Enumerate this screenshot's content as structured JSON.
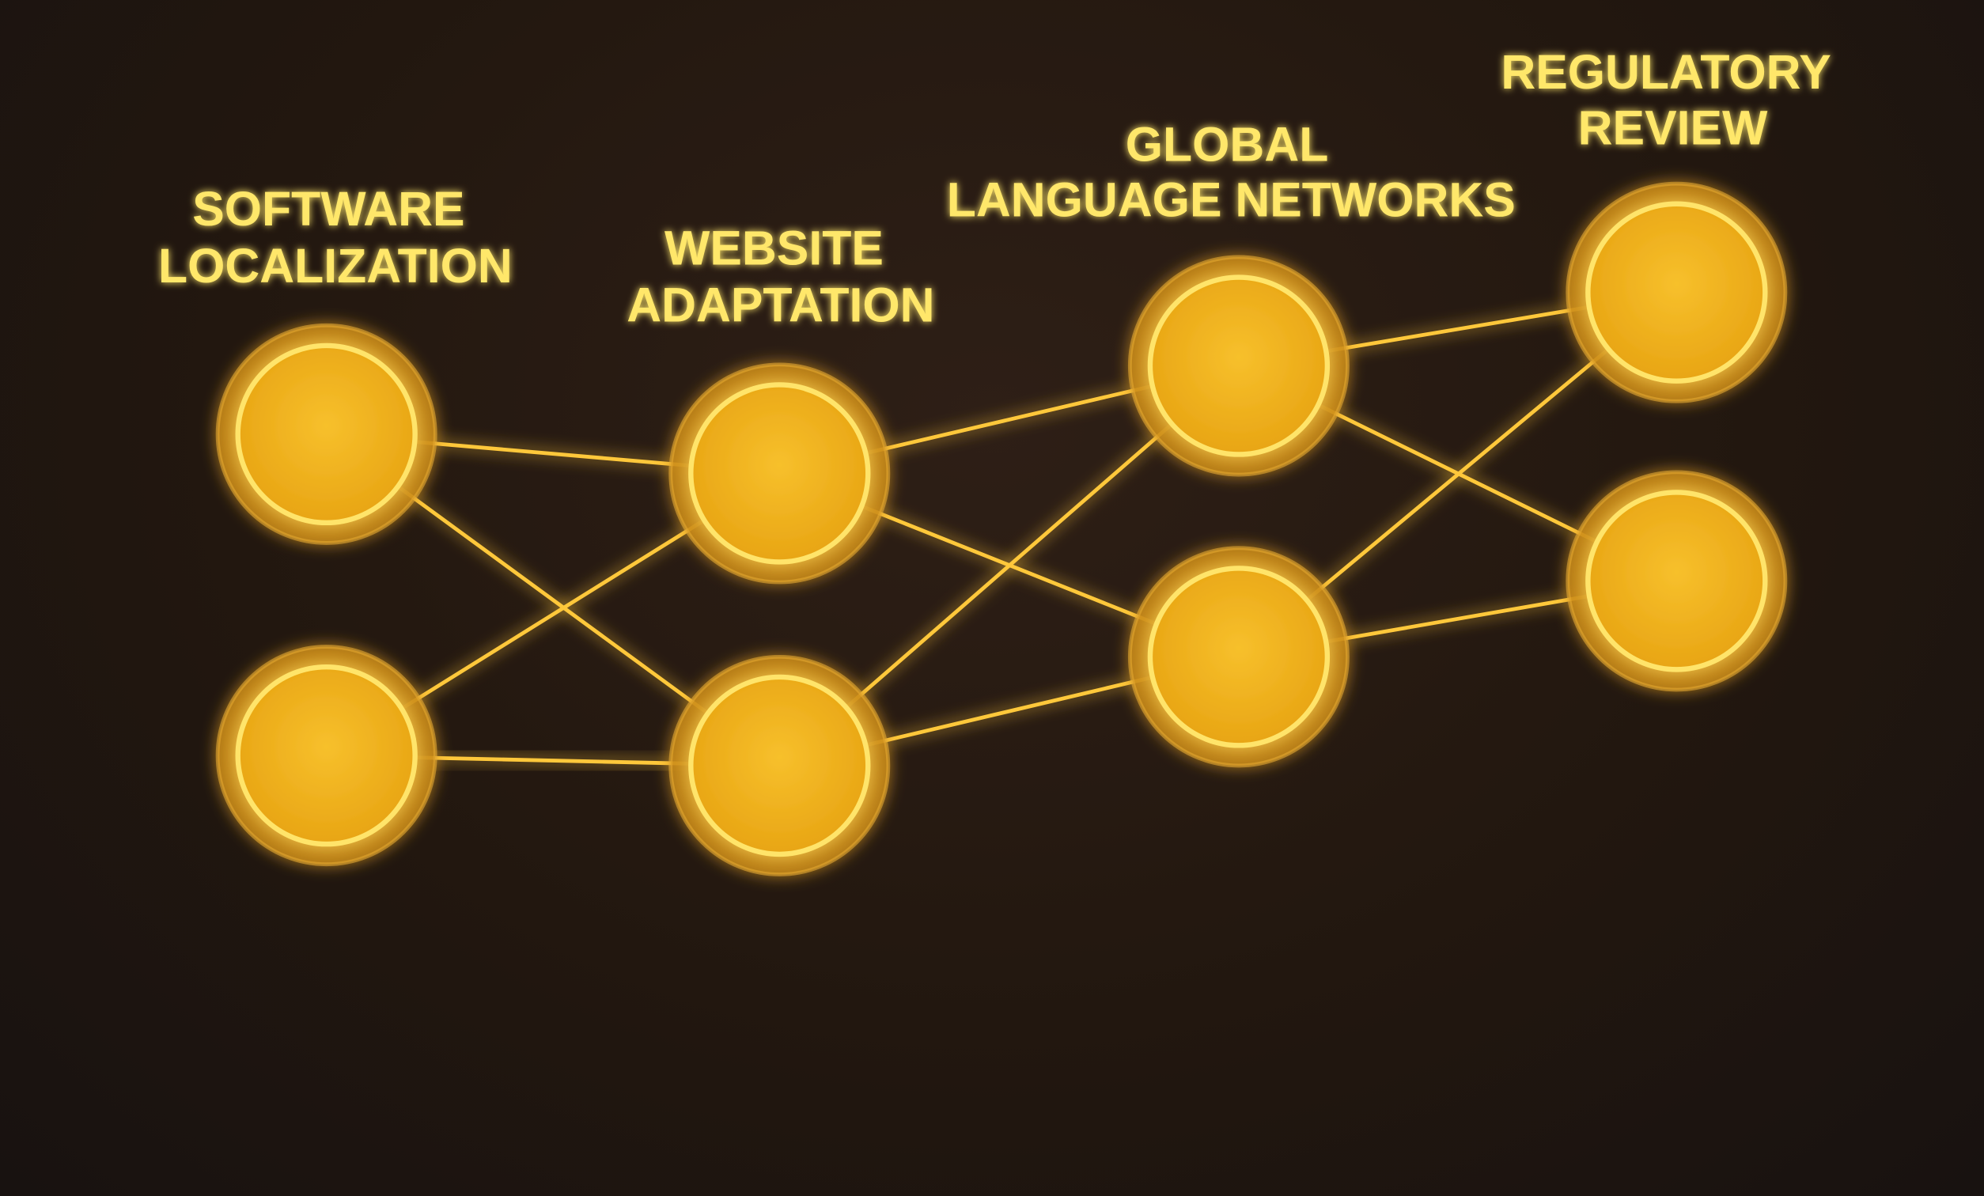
{
  "diagram": {
    "title_labels": [
      {
        "id": "software-localization",
        "lines": [
          "SOFTWARE",
          "LOCALIZATION"
        ]
      },
      {
        "id": "website-adaptation",
        "lines": [
          "WEBSITE",
          "ADAPTATION"
        ]
      },
      {
        "id": "global-language-networks",
        "lines": [
          "GLOBAL",
          "LANGUAGE NETWORKS"
        ]
      },
      {
        "id": "regulatory-review",
        "lines": [
          "REGULATORY",
          "REVIEW"
        ]
      }
    ],
    "nodes": [
      "n1",
      "n2",
      "n3",
      "n4",
      "n5",
      "n6",
      "n7",
      "n8"
    ],
    "edges": [
      [
        "n1",
        "n2"
      ],
      [
        "n1",
        "n5"
      ],
      [
        "n1",
        "n6"
      ],
      [
        "n5",
        "n2"
      ],
      [
        "n5",
        "n6"
      ],
      [
        "n2",
        "n6"
      ],
      [
        "n2",
        "n3"
      ],
      [
        "n2",
        "n7"
      ],
      [
        "n6",
        "n3"
      ],
      [
        "n6",
        "n7"
      ],
      [
        "n3",
        "n7"
      ],
      [
        "n3",
        "n4"
      ],
      [
        "n3",
        "n8"
      ],
      [
        "n7",
        "n4"
      ],
      [
        "n7",
        "n8"
      ],
      [
        "n4",
        "n8"
      ]
    ],
    "colors": {
      "node_fill": "#f5b820",
      "node_ring": "#ffe46a",
      "edge": "#ffc83a",
      "text": "#ffe76a",
      "background": "#22170f"
    }
  }
}
